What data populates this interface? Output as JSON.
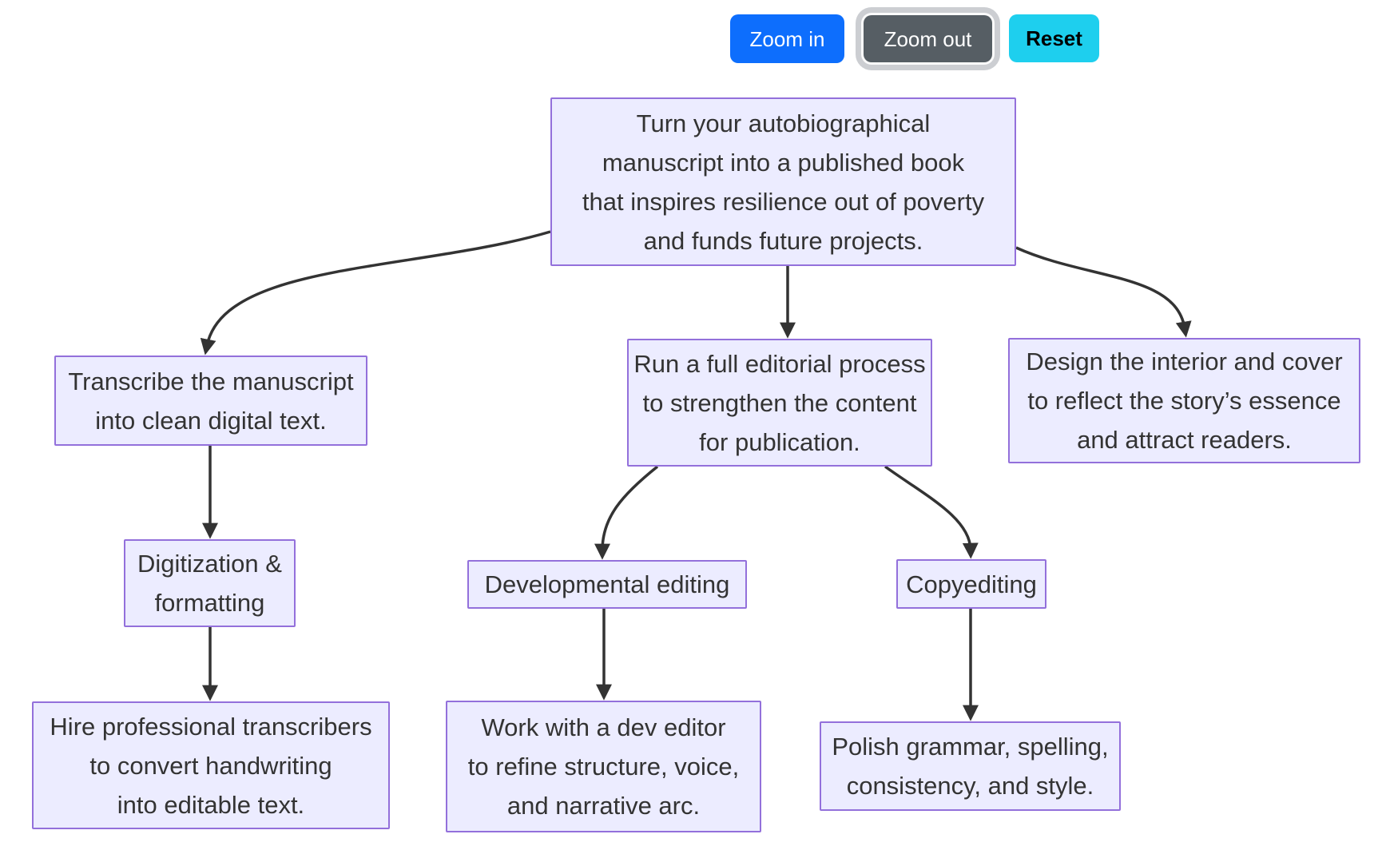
{
  "toolbar": {
    "zoom_in_label": "Zoom in",
    "zoom_out_label": "Zoom out",
    "reset_label": "Reset"
  },
  "colors": {
    "node_fill": "#ECECFF",
    "node_border": "#9370DB",
    "node_text": "#333333",
    "edge_stroke": "#333333",
    "zoom_in_bg": "#0d6efd",
    "zoom_out_bg": "#565e64",
    "zoom_out_focus_ring": "#ccced2",
    "reset_bg": "#1ecfee",
    "zoom_button_text": "#ffffff",
    "reset_text": "#000000"
  },
  "diagram": {
    "type": "flowchart-top-down",
    "nodes": {
      "root": {
        "text": "Turn your autobiographical\nmanuscript into a published book\nthat inspires resilience out of poverty\nand funds future projects."
      },
      "transcribe": {
        "text": "Transcribe the manuscript\ninto clean digital text."
      },
      "editorial": {
        "text": "Run a full editorial process\nto strengthen the content\nfor publication."
      },
      "design": {
        "text": "Design the interior and cover\nto reflect the story’s essence\nand attract readers."
      },
      "digitization": {
        "text": "Digitization &\nformatting"
      },
      "developmental_editing": {
        "text": "Developmental editing"
      },
      "copyediting": {
        "text": "Copyediting"
      },
      "hire_transcribers": {
        "text": "Hire professional transcribers\nto convert handwriting\ninto editable text."
      },
      "dev_editor_work": {
        "text": "Work with a dev editor\nto refine structure, voice,\nand narrative arc."
      },
      "polish": {
        "text": "Polish grammar, spelling,\nconsistency, and style."
      }
    },
    "edges": [
      {
        "from": "root",
        "to": "transcribe"
      },
      {
        "from": "root",
        "to": "editorial"
      },
      {
        "from": "root",
        "to": "design"
      },
      {
        "from": "transcribe",
        "to": "digitization"
      },
      {
        "from": "digitization",
        "to": "hire_transcribers"
      },
      {
        "from": "editorial",
        "to": "developmental_editing"
      },
      {
        "from": "editorial",
        "to": "copyediting"
      },
      {
        "from": "developmental_editing",
        "to": "dev_editor_work"
      },
      {
        "from": "copyediting",
        "to": "polish"
      }
    ]
  }
}
